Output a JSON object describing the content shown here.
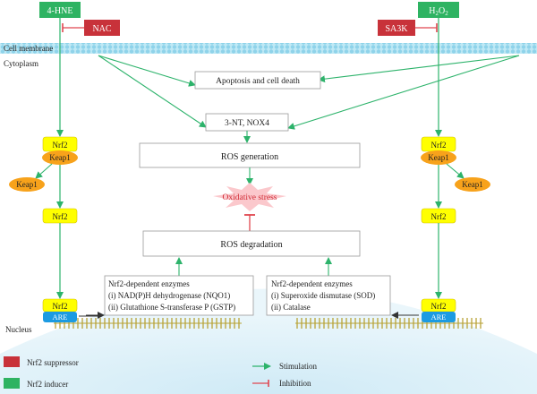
{
  "inducers": {
    "left": "4-HNE",
    "right_main": "H",
    "right_sub": "2",
    "right_tail": "O",
    "right_sub2": "2"
  },
  "suppressors": {
    "left": "NAC",
    "right": "SA3K"
  },
  "cell": {
    "membrane": "Cell membrane",
    "cytoplasm": "Cytoplasm",
    "nucleus": "Nucleus"
  },
  "boxes": {
    "apoptosis": "Apoptosis and cell death",
    "nt_nox": "3-NT, NOX4",
    "ros_gen": "ROS generation",
    "oxidative": "Oxidative stress",
    "ros_deg": "ROS degradation"
  },
  "proteins": {
    "nrf2": "Nrf2",
    "keap1": "Keap1",
    "are": "ARE"
  },
  "enzymes_left": {
    "title": "Nrf2-dependent enzymes",
    "line1": "(i) NAD(P)H dehydrogenase (NQO1)",
    "line2": "(ii) Glutathione S-transferase P (GSTP)"
  },
  "enzymes_right": {
    "title": "Nrf2-dependent enzymes",
    "line1": "(i) Superoxide dismutase (SOD)",
    "line2": "(ii) Catalase"
  },
  "legend": {
    "suppressor": "Nrf2 suppressor",
    "inducer": "Nrf2 inducer",
    "stimulation": "Stimulation",
    "inhibition": "Inhibition"
  },
  "colors": {
    "inducer": "#2eb362",
    "suppressor": "#c8323a",
    "nrf2": "#ffff00",
    "keap1": "#f7a21b",
    "are": "#1c9be2",
    "stim_arrow": "#2db36b",
    "inhib_arrow": "#e0464f",
    "membrane": "#aee5f3"
  }
}
